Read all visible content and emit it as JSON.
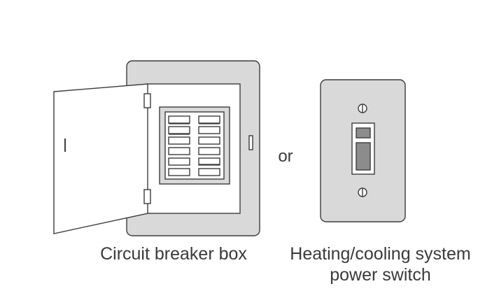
{
  "labels": {
    "connector": "or",
    "breaker_box": "Circuit breaker box",
    "switch_line1": "Heating/cooling system",
    "switch_line2": "power switch"
  },
  "colors": {
    "stroke": "#3c3c3c",
    "panel_fill": "#d9d9d9",
    "white": "#ffffff",
    "toggle_fill": "#8c8c8c"
  },
  "icons": [
    "circuit-breaker-box-icon",
    "wall-switch-icon",
    "screw-icon"
  ]
}
